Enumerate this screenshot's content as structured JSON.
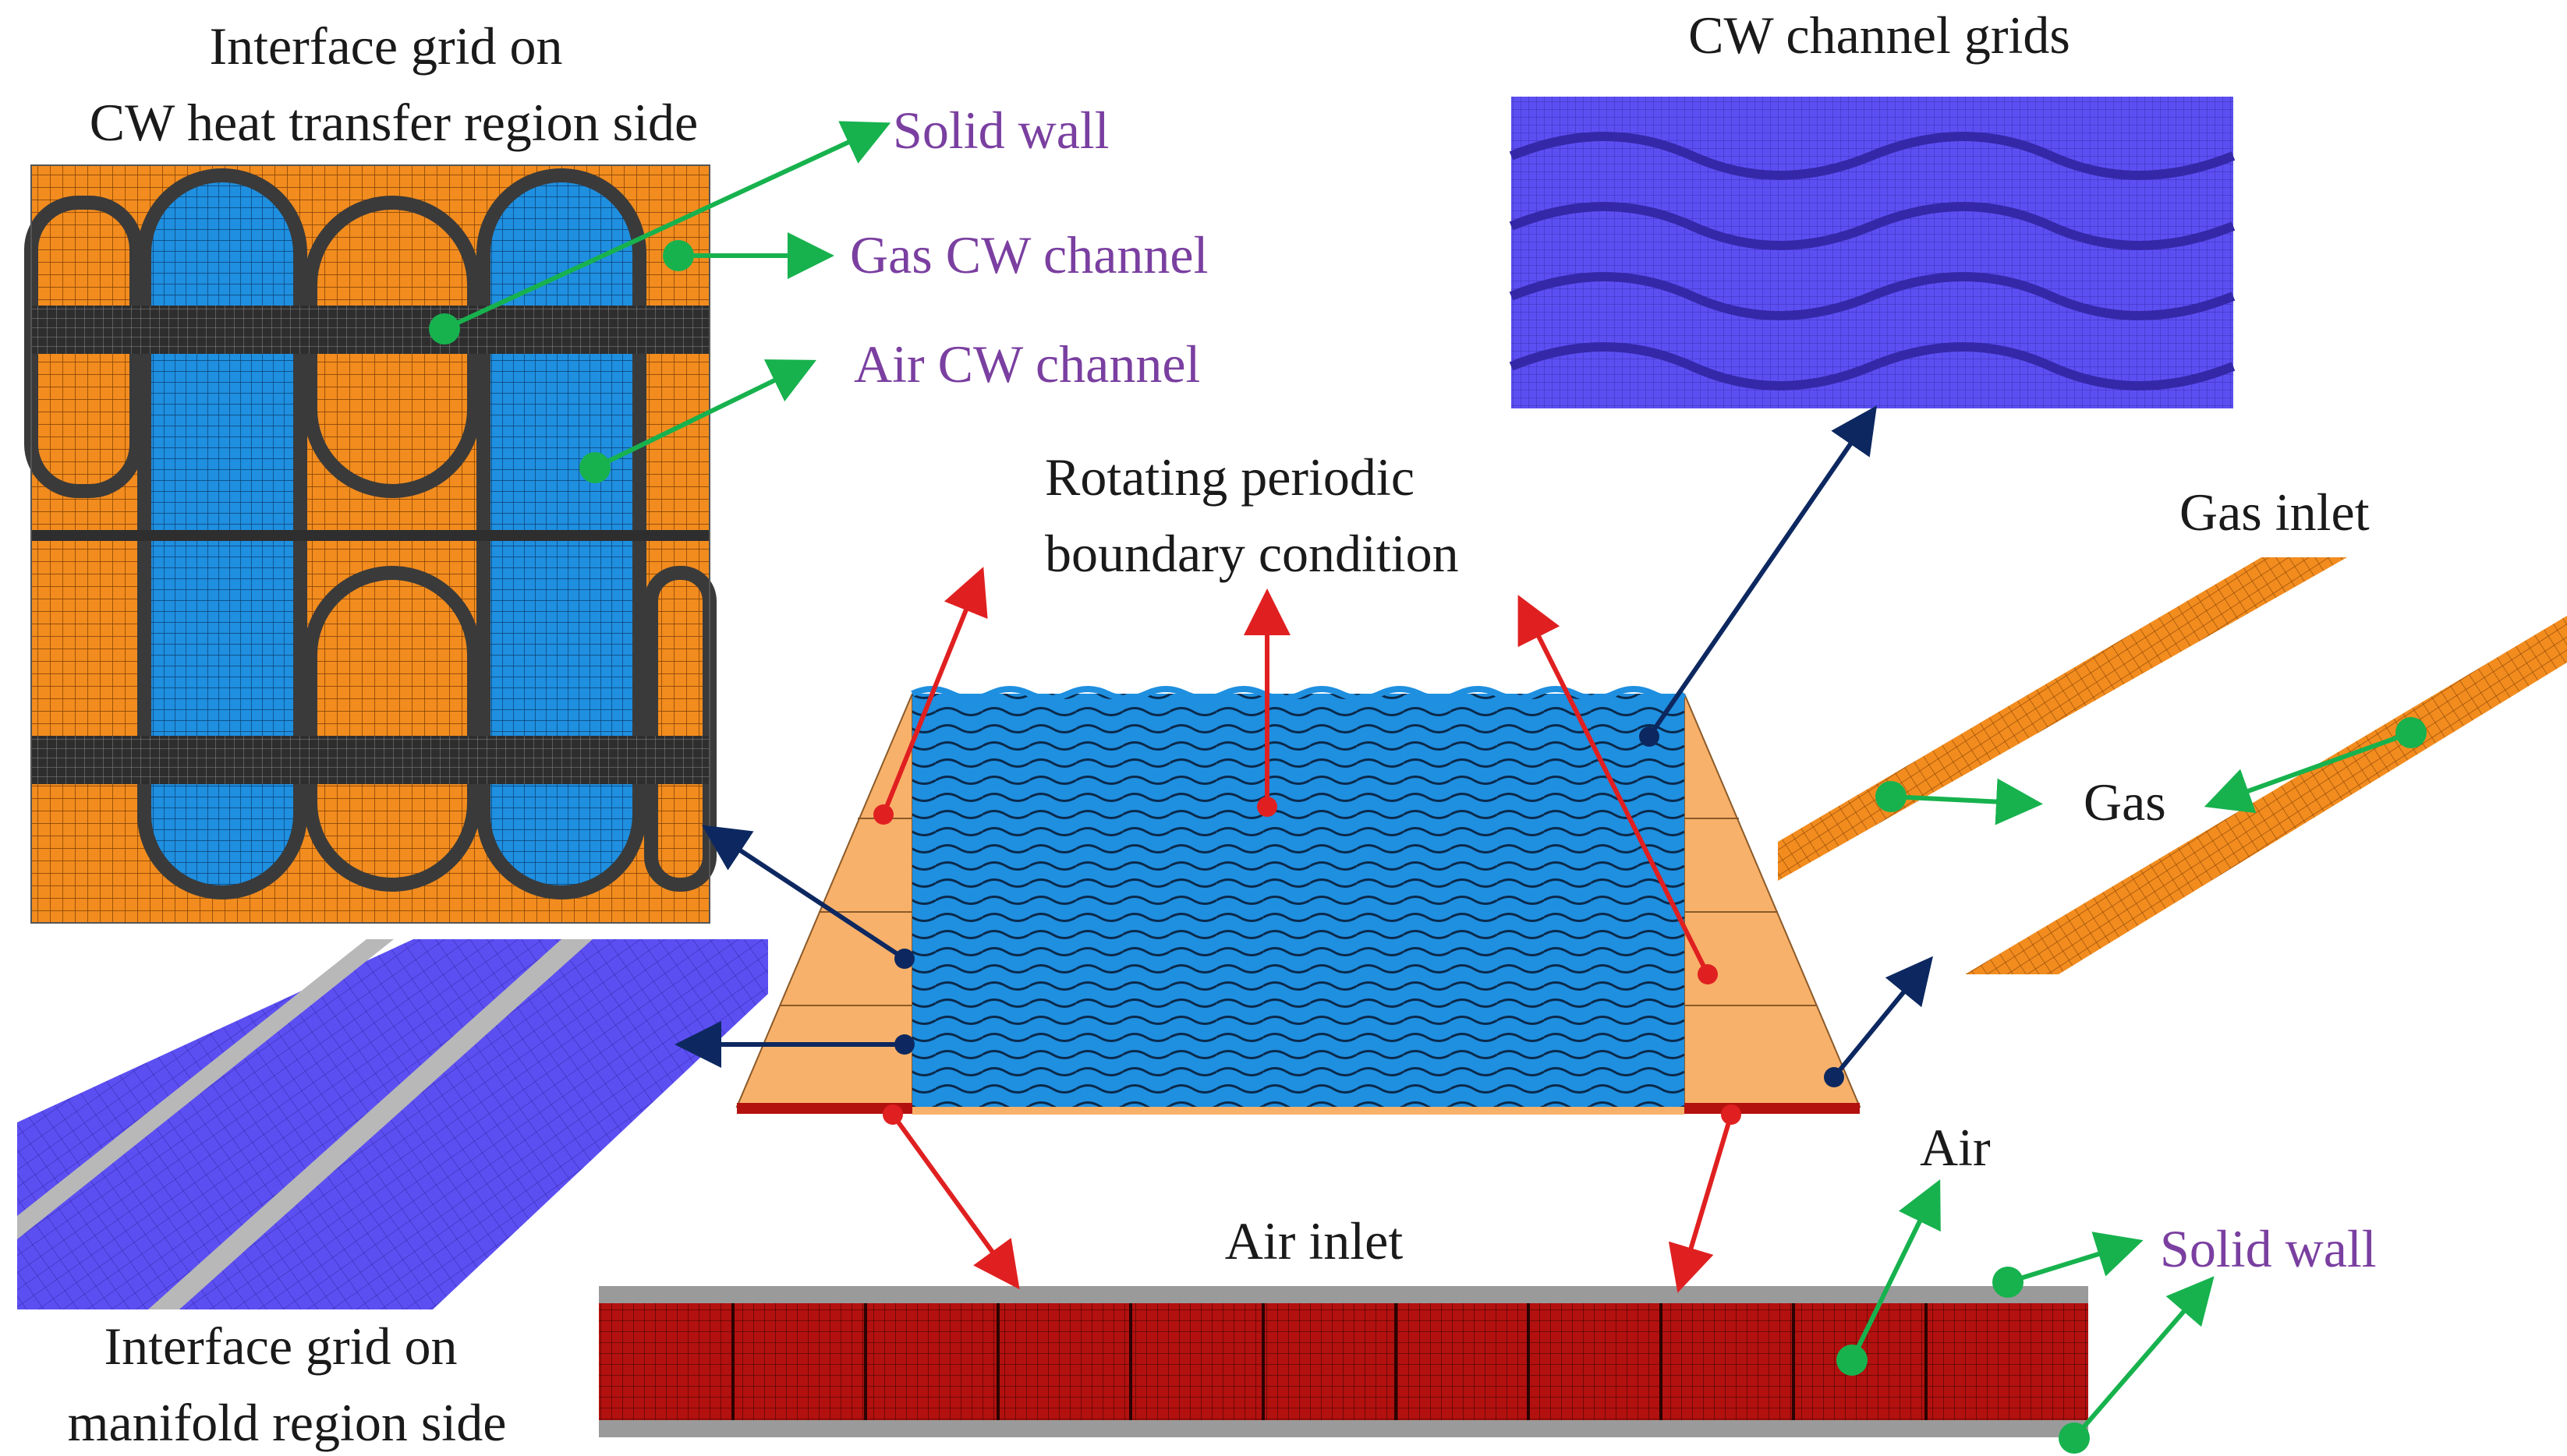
{
  "labels": {
    "interface_top_line1": "Interface grid on",
    "interface_top_line2": "CW heat transfer region side",
    "solid_wall_top": "Solid wall",
    "gas_cw_channel": "Gas CW channel",
    "air_cw_channel": "Air CW channel",
    "cw_channel_grids": "CW channel grids",
    "rotating_line1": "Rotating periodic",
    "rotating_line2": "boundary condition",
    "gas_inlet": "Gas inlet",
    "gas": "Gas",
    "air": "Air",
    "solid_wall_bottom": "Solid wall",
    "air_inlet": "Air inlet",
    "interface_bottom_line1": "Interface grid on",
    "interface_bottom_line2": "manifold region side"
  },
  "colors": {
    "orange_mesh": "#f28c1e",
    "blue_channel": "#1f8fe0",
    "purple_grid": "#5c4ff2",
    "dark_band": "#2e2e2e",
    "light_orange": "#f8b16a",
    "red_mesh": "#b3110f",
    "arrow_red": "#e02020",
    "arrow_navy": "#0d2860",
    "arrow_green": "#17b24e",
    "label_purple": "#7a3fa0",
    "text_black": "#1a1a1a"
  },
  "icons": [
    "dot-marker",
    "arrow-head"
  ]
}
